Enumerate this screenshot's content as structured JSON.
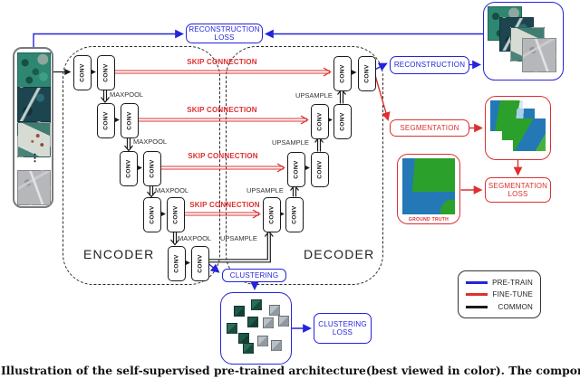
{
  "labels": {
    "conv": "CONV",
    "maxpool": "MAXPOOL",
    "upsample": "UPSAMPLE",
    "skip": "SKIP CONNECTION"
  },
  "encoder": {
    "label": "ENCODER"
  },
  "decoder": {
    "label": "DECODER"
  },
  "input": {
    "ellipsis": "⋮"
  },
  "boxes": {
    "reconstruction_loss": {
      "line1": "RECONSTRUCTION",
      "line2": "LOSS"
    },
    "reconstruction": {
      "label": "RECONSTRUCTION"
    },
    "segmentation": {
      "label": "SEGMENTATION"
    },
    "segmentation_loss": {
      "line1": "SEGMENTATION",
      "line2": "LOSS"
    },
    "ground_truth": {
      "label": "GROUND TRUTH"
    },
    "clustering": {
      "label": "CLUSTERING"
    },
    "clustering_loss": {
      "line1": "CLUSTERING",
      "line2": "LOSS"
    }
  },
  "legend": {
    "items": [
      {
        "label": "PRE-TRAIN",
        "color": "#2424dd"
      },
      {
        "label": "FINE-TUNE",
        "color": "#dd3030"
      },
      {
        "label": "COMMON",
        "color": "#1a1a1a"
      }
    ]
  },
  "colors": {
    "pretrain_blue": "#2424dd",
    "finetune_red": "#dd3030",
    "common_black": "#1a1a1a"
  },
  "caption": "Illustration of the self-supervised pre-trained architecture(best viewed in color). The components that are c"
}
